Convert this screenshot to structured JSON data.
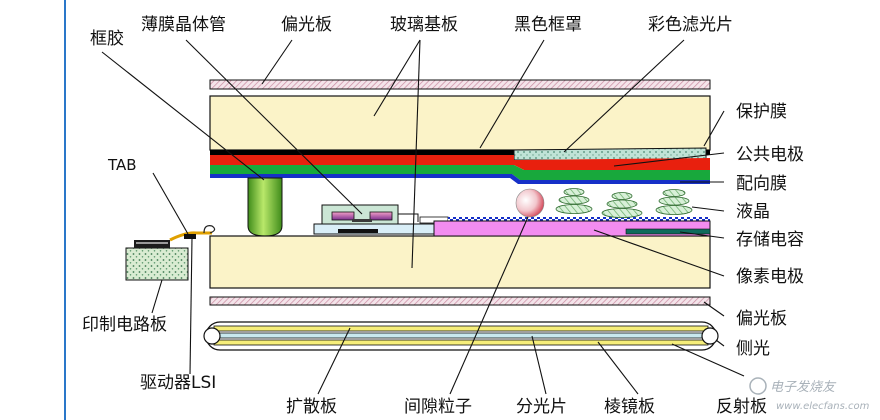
{
  "labels": {
    "frame_glue": "框胶",
    "tft": "薄膜晶体管",
    "polarizer_top": "偏光板",
    "glass_substrate": "玻璃基板",
    "black_matrix": "黑色框罩",
    "color_filter": "彩色滤光片",
    "protective_film": "保护膜",
    "common_electrode": "公共电极",
    "alignment_film": "配向膜",
    "liquid_crystal": "液晶",
    "storage_capacitor": "存储电容",
    "pixel_electrode": "像素电极",
    "tab": "TAB",
    "pcb": "印制电路板",
    "polarizer_bottom": "偏光板",
    "side_light": "侧光",
    "driver_lsi": "驱动器LSI",
    "diffuser": "扩散板",
    "spacer": "间隙粒子",
    "light_splitter": "分光片",
    "prism_sheet": "棱镜板",
    "reflector": "反射板"
  },
  "watermark": "电子发烧友",
  "watermark_url": "www.elecfans.com",
  "colors": {
    "glass": "#fbf3c8",
    "outline": "#111111",
    "polarizer_stripe": "#d9a5b5",
    "black_matrix": "#000000",
    "color_filter_red": "#e8200e",
    "color_filter_dots": "#b9ddd0",
    "common_electrode_green": "#18a83c",
    "alignment_blue": "#1630c8",
    "frame_glue_green": "#7fc22a",
    "pixel_electrode_pink": "#f28cf0",
    "lc_green": "#6aa96a",
    "light_guide_yellow": "#f6ee7a"
  }
}
